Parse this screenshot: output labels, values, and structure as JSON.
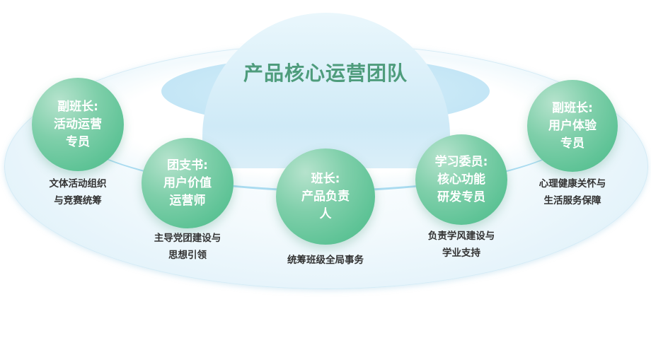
{
  "title": "产品核心运营团队",
  "roles": [
    {
      "name": "副班长:\n活动运营\n专员",
      "desc": "文体活动组织\n与竞赛统筹"
    },
    {
      "name": "团支书:\n用户价值\n运营师",
      "desc": "主导党团建设与\n思想引领"
    },
    {
      "name": "班长:\n产品负责\n人",
      "desc": "统筹班级全局事务"
    },
    {
      "name": "学习委员:\n核心功能\n研发专员",
      "desc": "负责学风建设与\n学业支持"
    },
    {
      "name": "副班长:\n用户体验\n专员",
      "desc": "心理健康关怀与\n生活服务保障"
    }
  ],
  "colors": {
    "title": "#4e9c7c",
    "node": "#5ec396",
    "accent_blue": "#a9dbf0"
  }
}
